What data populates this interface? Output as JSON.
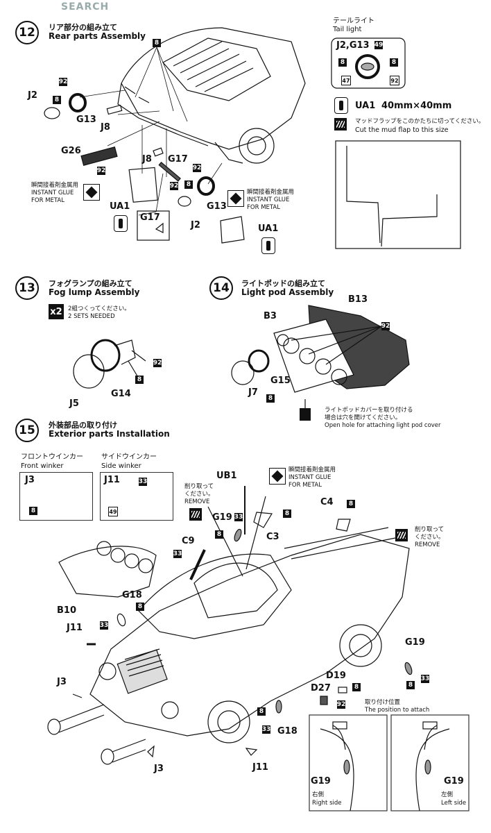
{
  "watermark": "SEARCH",
  "step12": {
    "num": "12",
    "jp": "リア部分の組み立て",
    "en": "Rear parts Assembly"
  },
  "taillight": {
    "jp": "テールライト",
    "en": "Tail light",
    "parts": "J2,G13",
    "n49": "49",
    "n8a": "8",
    "n8b": "8",
    "n47": "47",
    "n92": "92"
  },
  "ua1": {
    "label": "UA1",
    "size": "40mm×40mm",
    "cut_jp": "マッドフラップをこのかたちに切ってください。",
    "cut_en": "Cut the mud flap to this size"
  },
  "step12_parts": {
    "n8_top": "8",
    "n92_a": "92",
    "j2_a": "J2",
    "n8_a": "8",
    "g13_a": "G13",
    "j8_a": "J8",
    "g26": "G26",
    "n92_b": "92",
    "j8_b": "J8",
    "g17": "G17",
    "n92_c": "92",
    "n92_d": "92",
    "n8_b": "8",
    "g13_b": "G13",
    "j2_b": "J2",
    "ua1_a": "UA1",
    "ua1_b": "UA1",
    "g17_box": "G17"
  },
  "glue": {
    "jp": "瞬間接着剤金属用",
    "en1": "INSTANT GLUE",
    "en2": "FOR METAL"
  },
  "step13": {
    "num": "13",
    "jp": "フォグランプの組み立て",
    "en": "Fog lump Assembly",
    "x2": "x2",
    "sets_jp": "2組つくってください。",
    "sets_en": "2 SETS NEEDED",
    "n92": "92",
    "n8": "8",
    "g14": "G14",
    "j5": "J5"
  },
  "step14": {
    "num": "14",
    "jp": "ライトポッドの組み立て",
    "en": "Light pod Assembly",
    "b13": "B13",
    "b3": "B3",
    "n92": "92",
    "g15": "G15",
    "j7": "J7",
    "n8": "8",
    "hole_jp1": "ライトポッドカバーを取り付ける",
    "hole_jp2": "場合は穴を開けてください。",
    "hole_en": "Open hole for attaching light pod cover"
  },
  "step15": {
    "num": "15",
    "jp": "外装部品の取り付け",
    "en": "Exterior parts Installation"
  },
  "front_winker": {
    "jp": "フロントウインカー",
    "en": "Front winker",
    "part": "J3",
    "n8": "8"
  },
  "side_winker": {
    "jp": "サイドウインカー",
    "en": "Side winker",
    "part": "J11",
    "n33": "33",
    "n49": "49"
  },
  "step15_parts": {
    "ub1": "UB1",
    "remove_jp1": "削り取って",
    "remove_jp2": "ください。",
    "remove_en": "REMOVE",
    "g19_a": "G19",
    "n33_a": "33",
    "n8_a": "8",
    "c9": "C9",
    "n33_b": "33",
    "n8_b": "8",
    "c3": "C3",
    "c4": "C4",
    "n8_c": "8",
    "b10": "B10",
    "g18_a": "G18",
    "n8_d": "8",
    "n33_c": "33",
    "j11_a": "J11",
    "j3_a": "J3",
    "j3_b": "J3",
    "g19_b": "G19",
    "n33_d": "33",
    "n8_e": "8",
    "d19": "D19",
    "d27": "D27",
    "n8_f": "8",
    "n92": "92",
    "n8_g": "8",
    "n33_e": "33",
    "g18_b": "G18",
    "j11_b": "J11"
  },
  "position": {
    "jp": "取り付け位置",
    "en": "The position to attach",
    "right_jp": "右側",
    "right_en": "Right side",
    "left_jp": "左側",
    "left_en": "Left side",
    "g19_r": "G19",
    "g19_l": "G19"
  }
}
